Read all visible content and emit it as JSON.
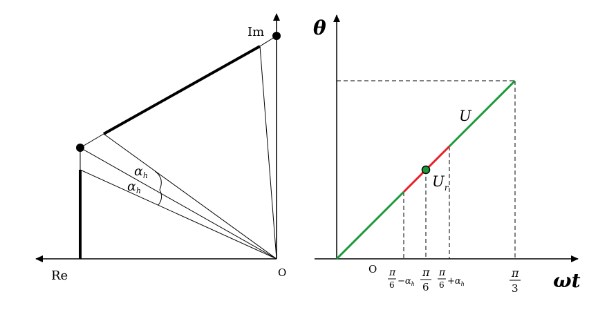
{
  "left_diagram": {
    "axis_re_label": "Re",
    "axis_im_label": "Im",
    "origin_label": "O",
    "angle_label_upper": "α",
    "angle_label_upper_sub": "h",
    "angle_label_lower": "α",
    "angle_label_lower_sub": "h"
  },
  "right_diagram": {
    "y_axis_label": "θ",
    "x_axis_label": "ωt",
    "origin_label": "O",
    "line_label": "U",
    "point_label": "U",
    "point_label_sub": "r",
    "ticks": [
      {
        "num": "π",
        "den": "6",
        "suffix": "−α",
        "suffix_sub": "h",
        "value": "π/6−αh"
      },
      {
        "num": "π",
        "den": "6",
        "suffix": "",
        "suffix_sub": "",
        "value": "π/6"
      },
      {
        "num": "π",
        "den": "6",
        "suffix": "+α",
        "suffix_sub": "h",
        "value": "π/6+αh"
      },
      {
        "num": "π",
        "den": "3",
        "suffix": "",
        "suffix_sub": "",
        "value": "π/3"
      }
    ],
    "colors": {
      "line": "#1a9a3a",
      "highlight": "#e8202a",
      "point_fill": "#1a9a3a"
    }
  }
}
